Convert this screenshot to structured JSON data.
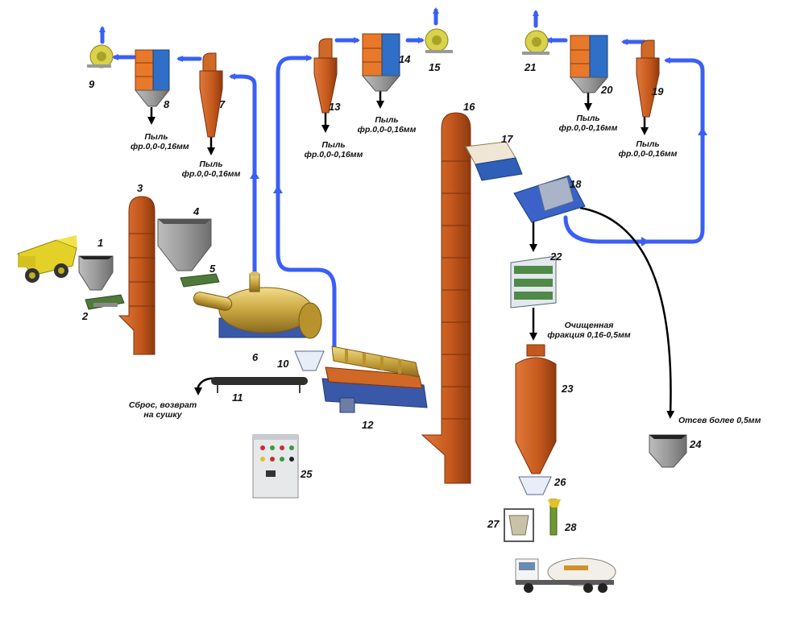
{
  "equipment": {
    "n1": "1",
    "n2": "2",
    "n3": "3",
    "n4": "4",
    "n5": "5",
    "n6": "6",
    "n7": "7",
    "n8": "8",
    "n9": "9",
    "n10": "10",
    "n11": "11",
    "n12": "12",
    "n13": "13",
    "n14": "14",
    "n15": "15",
    "n16": "16",
    "n17": "17",
    "n18": "18",
    "n19": "19",
    "n20": "20",
    "n21": "21",
    "n22": "22",
    "n23": "23",
    "n24": "24",
    "n25": "25",
    "n26": "26",
    "n27": "27",
    "n28": "28"
  },
  "notes": {
    "dust_line1": "Пыль",
    "dust_line2": "фр.0,0-0,16мм",
    "cleaned_line1": "Очищенная",
    "cleaned_line2": "фракция 0,16-0,5мм",
    "oversize": "Отсев более 0,5мм",
    "reject_line1": "Сброс, возврат",
    "reject_line2": "на сушку"
  },
  "colors": {
    "elevator": "#c4581c",
    "air_line": "#3a5ff5",
    "flow_arrow": "#000000",
    "filter_orange": "#e8792a",
    "filter_blue": "#2f6fc8",
    "fan": "#d9d24a",
    "dryer_gold": "#c9a640",
    "hopper_grey": "#8a8a8a"
  }
}
